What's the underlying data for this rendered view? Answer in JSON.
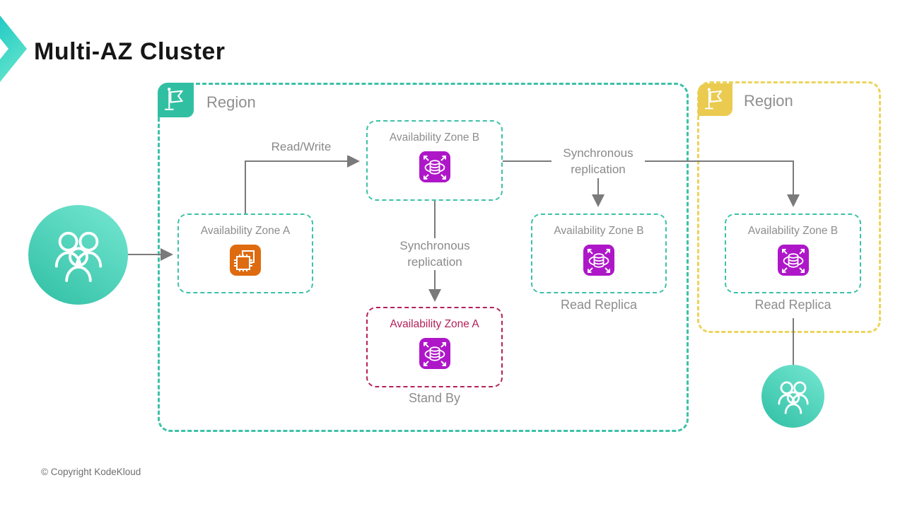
{
  "title": "Multi-AZ Cluster",
  "copyright": "© Copyright KodeKloud",
  "regions": {
    "primary": {
      "label": "Region",
      "color": "#31bfa2"
    },
    "secondary": {
      "label": "Region",
      "color": "#eacb50"
    }
  },
  "zones": [
    {
      "label": "Availability Zone A",
      "icon": "ec2-instance-icon",
      "icon_color": "#de6b10",
      "sublabel": ""
    },
    {
      "label": "Availability Zone B",
      "icon": "rds-database-icon",
      "icon_color": "#ae17c8",
      "sublabel": ""
    },
    {
      "label": "Availability Zone B",
      "icon": "rds-database-icon",
      "icon_color": "#ae17c8",
      "sublabel": "Read Replica"
    },
    {
      "label": "Availability Zone B",
      "icon": "rds-database-icon",
      "icon_color": "#ae17c8",
      "sublabel": "Read Replica"
    },
    {
      "label": "Availability Zone A",
      "icon": "rds-database-icon",
      "icon_color": "#ae17c8",
      "sublabel": "Stand By",
      "accent": "#b52059"
    }
  ],
  "labels": {
    "read_write": "Read/Write",
    "sync_replication_down": "Synchronous replication",
    "sync_replication_right": "Synchronous replication"
  },
  "colors": {
    "teal_border": "#3cc1a8",
    "yellow_border": "#ecd45c",
    "crimson_border": "#b52059",
    "connector_gray": "#7a7a7a",
    "text_gray": "#8d8d8d",
    "users_gradient_start": "#76e7d2",
    "users_gradient_end": "#2fbfa4"
  }
}
